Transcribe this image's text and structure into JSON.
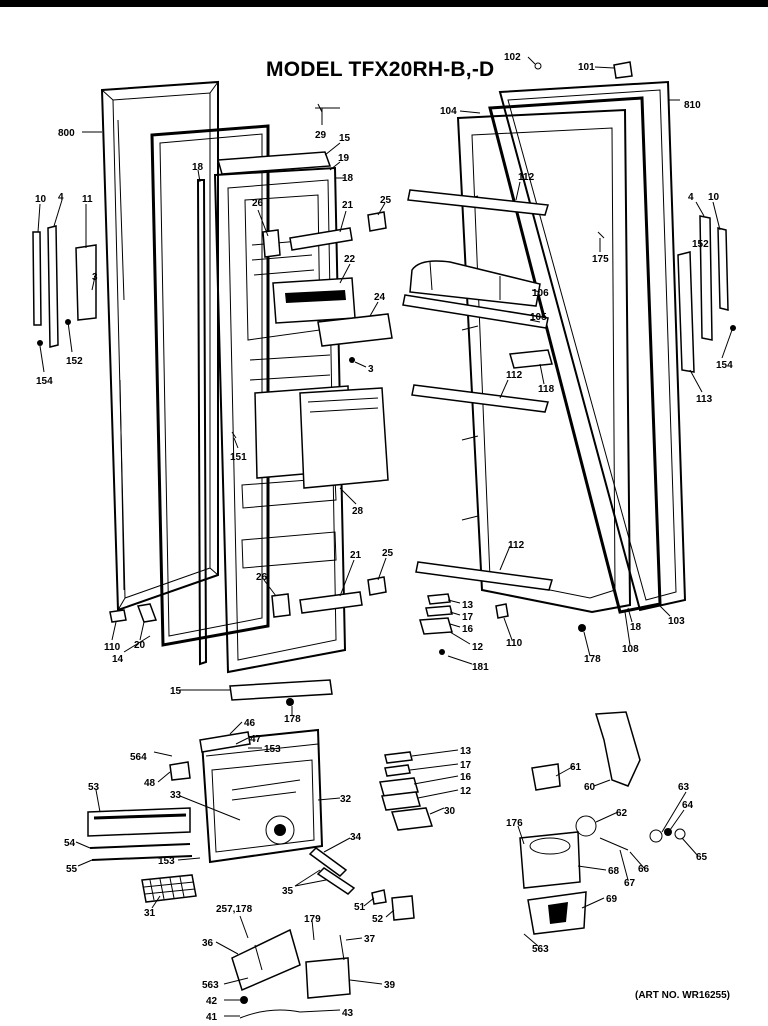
{
  "title": "MODEL TFX20RH-B,-D",
  "art_number": "(ART NO. WR16255)",
  "labels": [
    "102",
    "101",
    "810",
    "800",
    "29",
    "15",
    "19",
    "18",
    "18",
    "104",
    "112",
    "175",
    "10",
    "4",
    "11",
    "26",
    "21",
    "25",
    "4",
    "10",
    "152",
    "3",
    "22",
    "106",
    "24",
    "152",
    "105",
    "154",
    "154",
    "3",
    "118",
    "113",
    "112",
    "151",
    "28",
    "25",
    "21",
    "26",
    "112",
    "110",
    "20",
    "14",
    "13",
    "17",
    "16",
    "12",
    "110",
    "178",
    "18",
    "103",
    "108",
    "181",
    "15",
    "178",
    "46",
    "47",
    "153",
    "564",
    "48",
    "53",
    "33",
    "32",
    "13",
    "17",
    "16",
    "12",
    "30",
    "61",
    "60",
    "63",
    "64",
    "65",
    "62",
    "176",
    "66",
    "67",
    "68",
    "69",
    "54",
    "34",
    "55",
    "153",
    "31",
    "35",
    "257,178",
    "179",
    "51",
    "52",
    "37",
    "36",
    "563",
    "39",
    "563",
    "42",
    "41",
    "43"
  ]
}
